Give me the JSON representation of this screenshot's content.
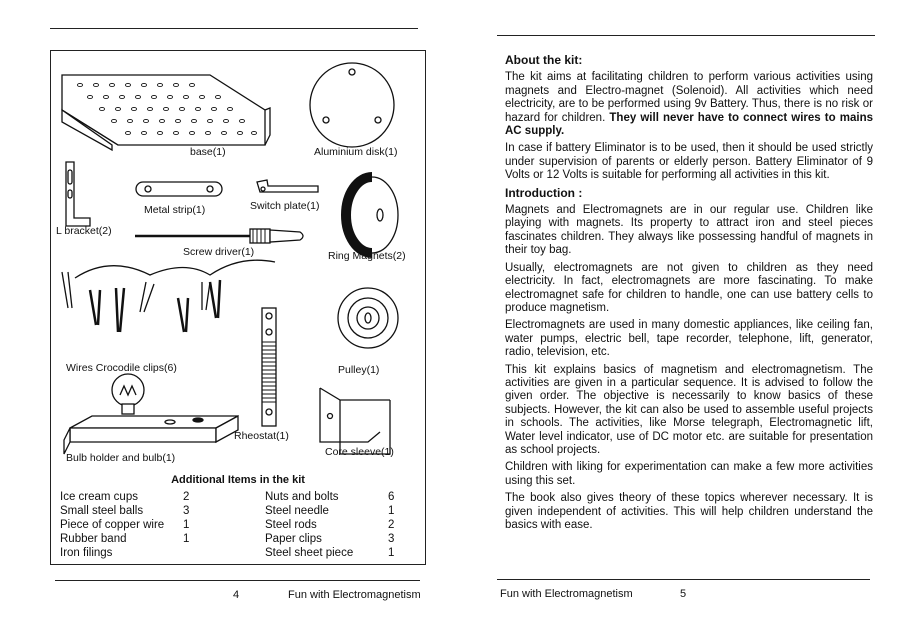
{
  "left_page": {
    "items": {
      "base": "base(1)",
      "aluminium_disk": "Aluminium disk(1)",
      "l_bracket": "L bracket(2)",
      "metal_strip": "Metal strip(1)",
      "switch_plate": "Switch plate(1)",
      "screw_driver": "Screw driver(1)",
      "ring_magnets": "Ring Magnets(2)",
      "wires": "Wires Crocodile clips(6)",
      "pulley": "Pulley(1)",
      "rheostat": "Rheostat(1)",
      "bulb_holder": "Bulb holder and bulb(1)",
      "core_sleeve": "Core sleeve(1)"
    },
    "additional_title": "Additional Items in the kit",
    "additional_left": [
      {
        "name": "Ice cream cups",
        "qty": "2"
      },
      {
        "name": "Small steel balls",
        "qty": "3"
      },
      {
        "name": "Piece of copper wire",
        "qty": "1"
      },
      {
        "name": "Rubber band",
        "qty": "1"
      },
      {
        "name": "Iron filings",
        "qty": ""
      }
    ],
    "additional_right": [
      {
        "name": "Nuts and bolts",
        "qty": "6"
      },
      {
        "name": "Steel needle",
        "qty": "1"
      },
      {
        "name": "Steel rods",
        "qty": "2"
      },
      {
        "name": "Paper clips",
        "qty": "3"
      },
      {
        "name": "Steel sheet piece",
        "qty": "1"
      }
    ],
    "page_number": "4",
    "footer_title": "Fun with Electromagnetism"
  },
  "right_page": {
    "about_heading": "About the kit:",
    "about_text": "The kit aims at facilitating children to perform various activities using magnets and Electro-magnet (Solenoid). All activities which need electricity, are to be performed using 9v Battery. Thus, there is no risk or hazard for children.",
    "about_bold": "They will never have to connect wires to mains AC supply.",
    "eliminator_text": "In case if battery Eliminator is to be used, then it should be used strictly under supervision of parents or elderly person. Battery Eliminator of 9 Volts or 12 Volts  is suitable for performing all activities in this kit.",
    "intro_heading": "Introduction :",
    "intro_p1": "Magnets and Electromagnets are in our regular use. Children like playing with magnets. Its property to attract iron and steel pieces fascinates children. They always like possessing handful of magnets in their toy bag.",
    "intro_p2": "Usually, electromagnets are not given to children as they need electricity. In fact, electromagnets are more fascinating. To make electromagnet safe for children to handle, one can use battery cells to produce magnetism.",
    "intro_p3": "Electromagnets are used in many domestic appliances, like ceiling fan, water pumps, electric bell, tape recorder, telephone, lift, generator, radio, television, etc.",
    "intro_p4": "This kit explains basics of magnetism and electromagnetism. The activities are given in a particular sequence. It is advised to follow the given order. The  objective is necessarily to know basics of these subjects. However, the kit can also be used to assemble useful projects in schools. The activities, like Morse telegraph, Electromagnetic lift, Water level indicator, use of DC motor etc. are suitable for presentation as school projects.",
    "intro_p5": "Children with liking for experimentation can make a few more activities using this set.",
    "intro_p6": "The book also gives theory of these topics wherever necessary. It is given independent of activities. This will help children understand the basics with ease.",
    "footer_title": "Fun with Electromagnetism",
    "page_number": "5"
  }
}
